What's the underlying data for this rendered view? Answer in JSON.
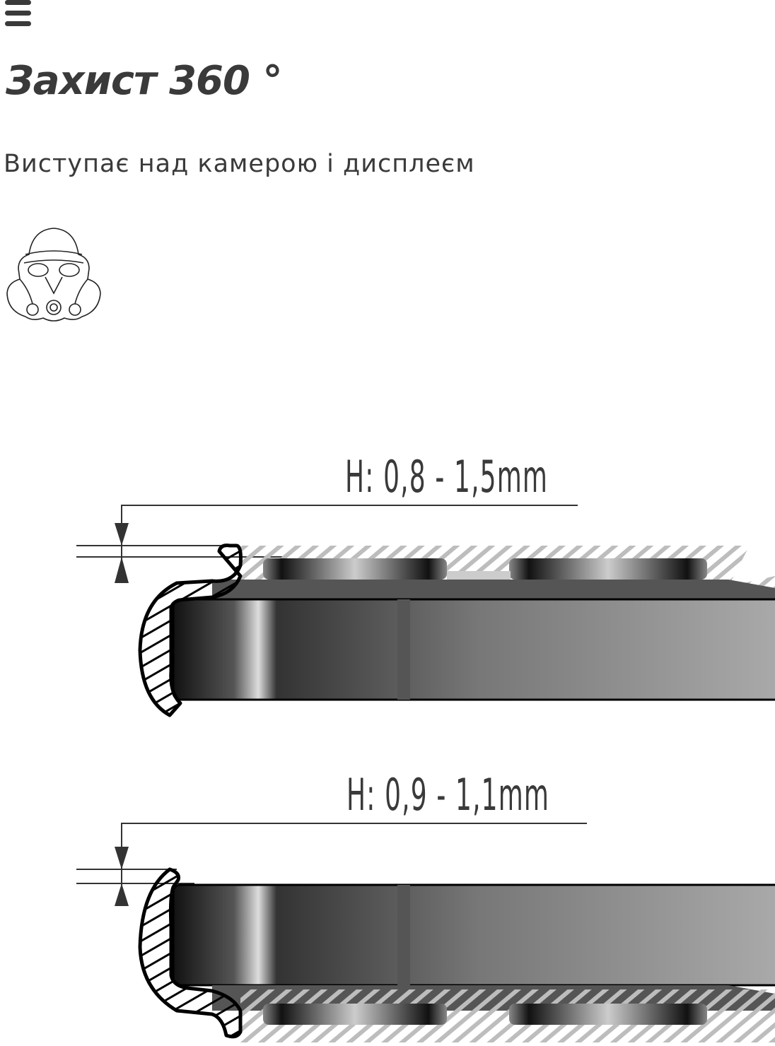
{
  "header": {
    "menu_icon": "hamburger-menu-icon"
  },
  "section": {
    "title": "Захист 360 °",
    "subtitle": "Виступає над камерою і дисплеєм",
    "logo_icon": "stormtrooper-helmet-icon"
  },
  "diagrams": [
    {
      "label": "H: 0,8 - 1,5mm"
    },
    {
      "label": "H: 0,9 - 1,1mm"
    }
  ],
  "colors": {
    "text": "#3a3a3a",
    "hatch": "#bdbdbd",
    "outline": "#000000"
  }
}
